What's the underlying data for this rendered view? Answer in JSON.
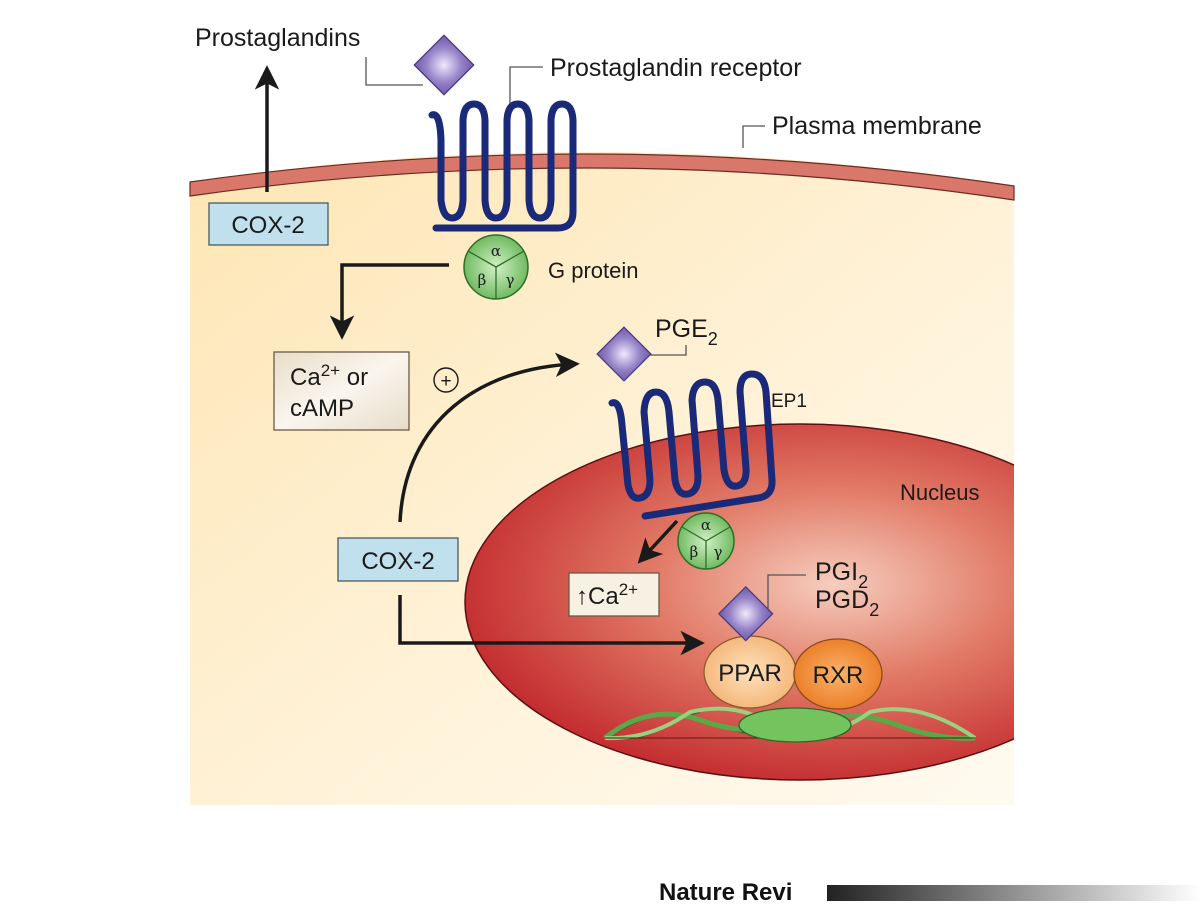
{
  "title": "COX-2 prostaglandin signalling pathway",
  "labels": {
    "prostaglandins": "Prostaglandins",
    "prostaglandin_receptor": "Prostaglandin receptor",
    "plasma_membrane": "Plasma membrane",
    "g_protein": "G protein",
    "nucleus": "Nucleus",
    "ep1": "EP1",
    "pge2_main": "PGE",
    "pge2_sub": "2",
    "pgi2_main": "PGI",
    "pgi2_sub": "2",
    "pgd2_main": "PGD",
    "pgd2_sub": "2",
    "plus_sign": "+"
  },
  "boxes": {
    "cox2_top": "COX-2",
    "cox2_middle": "COX-2",
    "second_messenger_line1_main": "Ca",
    "second_messenger_line1_sup": "2+",
    "second_messenger_line1_tail": " or",
    "second_messenger_line2": "cAMP",
    "calcium_arrow": "↑",
    "calcium_main": "Ca",
    "calcium_sup": "2+"
  },
  "g_protein_subunits": {
    "alpha": "α",
    "beta": "β",
    "gamma": "γ"
  },
  "nuclear_receptors": {
    "ppar": "PPAR",
    "rxr": "RXR"
  },
  "footer": {
    "source": "Nature Revi"
  },
  "colors": {
    "cytoplasm": "#fdebc0",
    "membrane": "#d9786a",
    "nucleus": "#c8322c",
    "receptor": "#1b2a78",
    "ligand": "#8a78c0",
    "g_protein": "#7cc470",
    "cox2_box": "#bfe0ec",
    "messenger_box": "#efe6d6",
    "ppar": "#f8c890",
    "rxr": "#f0923a",
    "dna_green": "#6cbf55"
  }
}
